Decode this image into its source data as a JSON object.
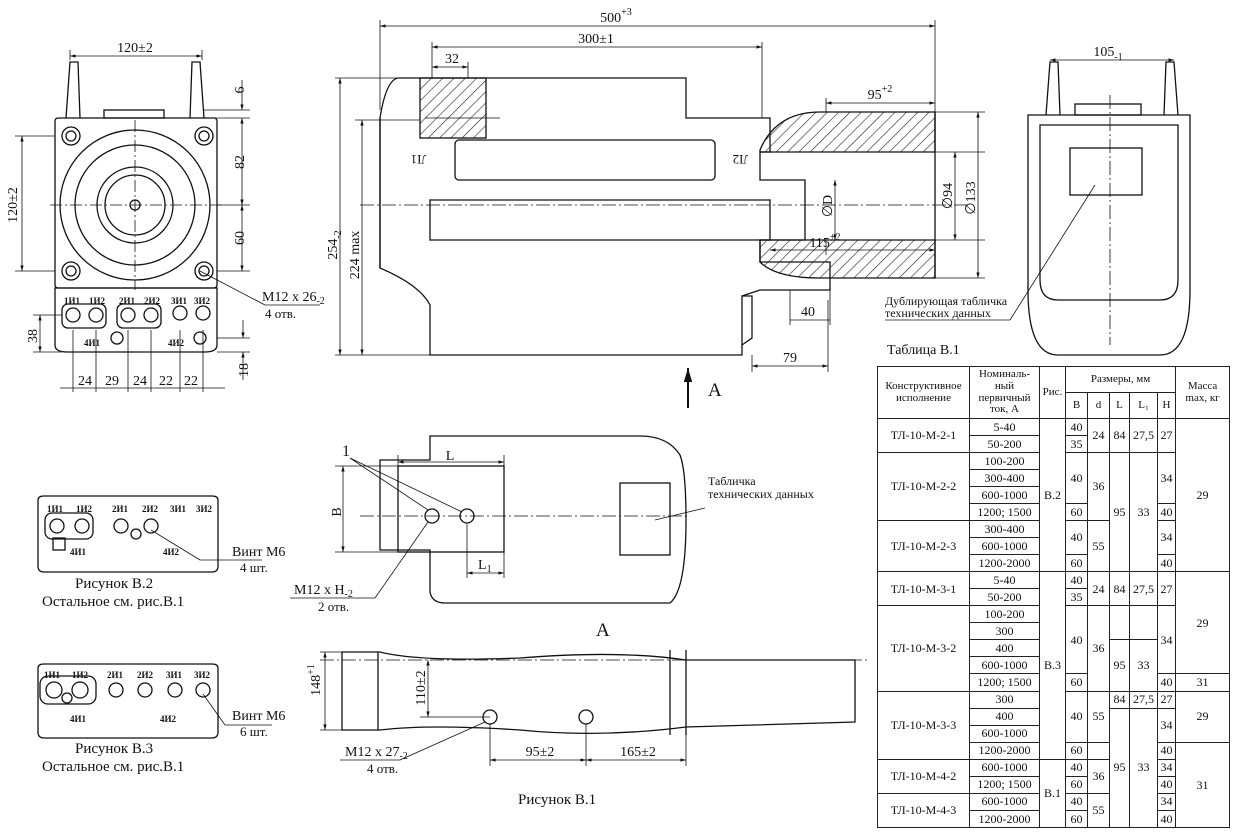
{
  "dims": {
    "d500": "500",
    "d500_tol": "+3",
    "d300": "300±1",
    "d32": "32",
    "d95": "95",
    "d95_tol": "+2",
    "d115": "115",
    "d115_tol": "+2",
    "d105": "105",
    "d105_tol": "-1",
    "d120w": "120±2",
    "d120h": "120±2",
    "d6": "6",
    "d82": "82",
    "d60": "60",
    "d254": "254",
    "d254_tol": "-2",
    "d224": "224 max",
    "d94": "∅94",
    "d133": "∅133",
    "dD": "∅D",
    "d40": "40",
    "d79": "79",
    "d38": "38",
    "d18": "18",
    "bot": [
      "24",
      "29",
      "24",
      "22",
      "22"
    ],
    "dB": "B",
    "dL": "L",
    "dL1": "L",
    "dL1_sub": "1",
    "d148": "148",
    "d148_tol": "+1",
    "d110": "110±2",
    "d95b": "95±2",
    "d165": "165±2"
  },
  "labels": {
    "L1": "Л1",
    "L2": "Л2",
    "m12_26": "М12 х 26",
    "m12_26_tol": "-2",
    "otv4": "4 отв.",
    "dubl": "Дублирующая табличка",
    "dubl2": "технических данных",
    "arrowA": "A",
    "viewA": "A",
    "one": "1",
    "tab_tech": "Табличка",
    "tab_tech2": "технических данных",
    "m12_H": "М12 х Н",
    "m12_H_tol": "-2",
    "otv2": "2 отв.",
    "m12_27": "М12 х 27",
    "m12_27_tol": "-2",
    "otv4b": "4 отв.",
    "vint_m6_4": "Винт М6",
    "sht4": "4 шт.",
    "vint_m6_6": "Винт М6",
    "sht6": "6 шт.",
    "term_top": [
      "1И1",
      "1И2",
      "2И1",
      "2И2",
      "3И1",
      "3И2"
    ],
    "term_bot": [
      "4И1",
      "4И2"
    ]
  },
  "captions": {
    "fig_b2": "Рисунок В.2",
    "fig_b2_sub": "Остальное см. рис.В.1",
    "fig_b3": "Рисунок В.3",
    "fig_b3_sub": "Остальное см. рис.В.1",
    "fig_b1": "Рисунок В.1"
  },
  "table": {
    "title": "Таблица В.1",
    "head": {
      "exec": "Конструктивное исполнение",
      "current": "Номиналь-ный первичный ток, А",
      "fig": "Рис.",
      "sizes": "Размеры, мм",
      "mass": "Масса max, кг",
      "B": "B",
      "d": "d",
      "L": "L",
      "L1": "L₁",
      "H": "H"
    },
    "rows": [
      {
        "name": "ТЛ-10-М-2-1",
        "currents": [
          "5-40",
          "50-200"
        ],
        "B": [
          "40",
          "35"
        ],
        "d": "24",
        "L": "84",
        "L1": "27,5",
        "H": "27"
      },
      {
        "name": "ТЛ-10-М-2-2",
        "currents": [
          "100-200",
          "300-400",
          "600-1000",
          "1200; 1500"
        ],
        "B": [
          "40",
          "60"
        ],
        "d": "36",
        "H": [
          "34",
          "40"
        ]
      },
      {
        "name": "ТЛ-10-М-2-3",
        "currents": [
          "300-400",
          "600-1000",
          "1200-2000"
        ],
        "B": [
          "40",
          "60"
        ],
        "d": "55",
        "H": [
          "34",
          "40"
        ]
      },
      {
        "name": "ТЛ-10-М-3-1",
        "currents": [
          "5-40",
          "50-200"
        ],
        "B": [
          "40",
          "35"
        ],
        "d": "24",
        "L": "84",
        "L1": "27,5",
        "H": "27"
      },
      {
        "name": "ТЛ-10-М-3-2",
        "currents": [
          "100-200",
          "300",
          "400",
          "600-1000",
          "1200; 1500"
        ],
        "B": [
          "40",
          "60"
        ],
        "d": "36",
        "H": [
          "34",
          "40"
        ]
      },
      {
        "name": "ТЛ-10-М-3-3",
        "currents": [
          "300",
          "400",
          "600-1000",
          "1200-2000"
        ],
        "B": [
          "40",
          "60"
        ],
        "d": "55",
        "L": "84",
        "L1": "27,5",
        "H": [
          "27",
          "34",
          "40"
        ]
      },
      {
        "name": "ТЛ-10-М-4-2",
        "currents": [
          "600-1000",
          "1200; 1500"
        ],
        "B": [
          "40",
          "60"
        ],
        "d": "36",
        "H": [
          "34",
          "40"
        ]
      },
      {
        "name": "ТЛ-10-М-4-3",
        "currents": [
          "600-1000",
          "1200-2000"
        ],
        "B": [
          "40",
          "60"
        ],
        "d": "55",
        "H": [
          "34",
          "40"
        ]
      }
    ],
    "fig_b2": "В.2",
    "fig_b3": "В.3",
    "fig_b1": "В.1",
    "L95": "95",
    "L1_33": "33",
    "mass29": "29",
    "mass31": "31"
  }
}
